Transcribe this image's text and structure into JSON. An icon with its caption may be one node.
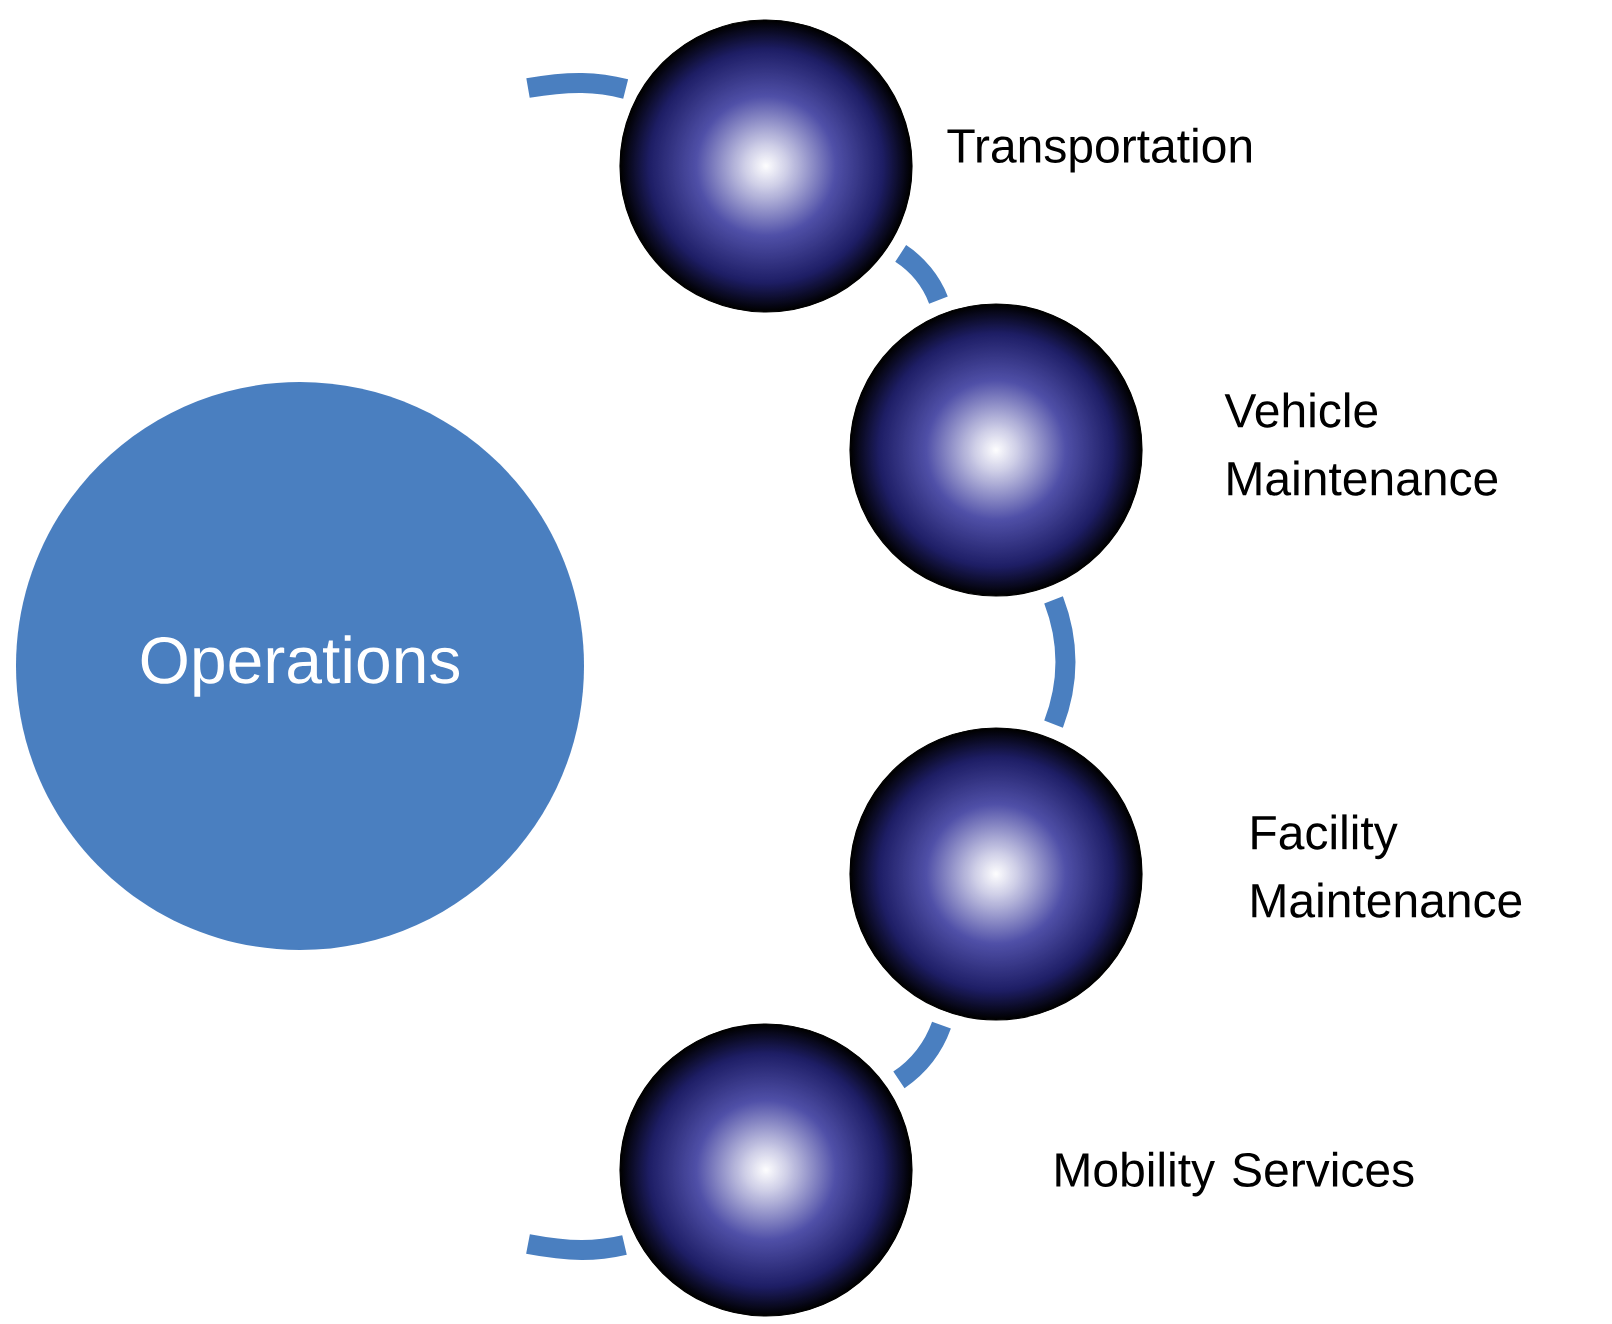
{
  "diagram": {
    "nodes": [
      {
        "text": [
          "Operations"
        ]
      },
      {
        "text": [],
        "shape": "circle",
        "beside": [
          "Transportation"
        ]
      },
      {
        "text": [],
        "shape": "circle",
        "beside": [
          "Vehicle Maintenance"
        ]
      },
      {
        "text": [],
        "shape": "circle",
        "beside": [
          "Facility Maintenance"
        ]
      },
      {
        "text": [],
        "shape": "circle",
        "beside": [
          "Mobility Services"
        ]
      }
    ],
    "edges": [
      {
        "from": null,
        "to": 1,
        "arrow": "none"
      },
      {
        "from": 1,
        "to": 2,
        "arrow": "none"
      },
      {
        "from": 2,
        "to": 3,
        "arrow": "none"
      },
      {
        "from": 3,
        "to": 4,
        "arrow": "none"
      },
      {
        "from": 4,
        "to": null,
        "arrow": "none"
      }
    ]
  }
}
